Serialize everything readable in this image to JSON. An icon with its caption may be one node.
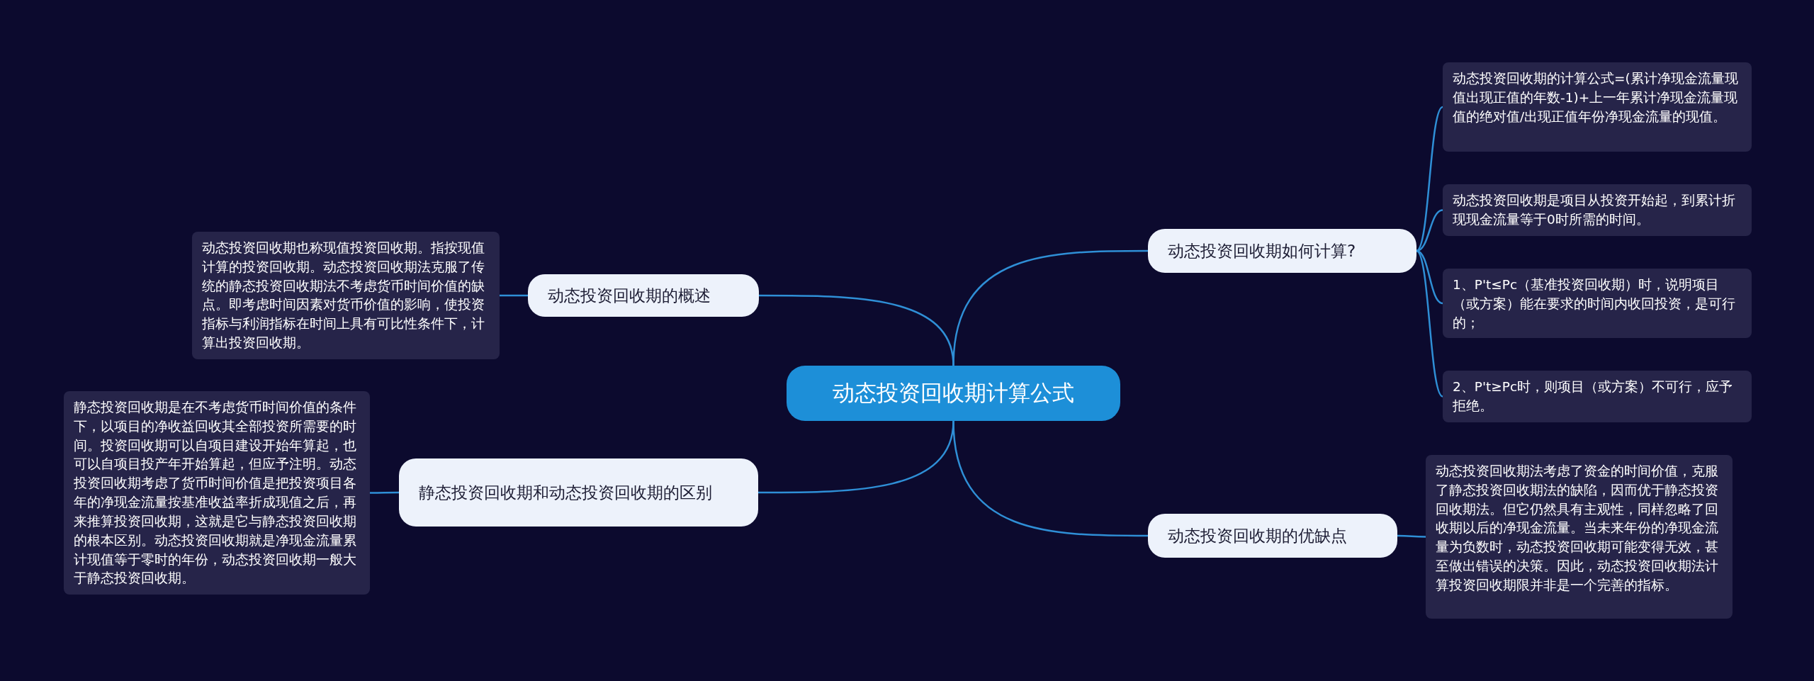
{
  "diagram": {
    "nodes": [
      {
        "text": [
          "动态投资回收期计算公式"
        ]
      },
      {
        "text": [
          "动态投资回收期如何计算?"
        ]
      },
      {
        "text": [
          "动态投资回收期的计算公式=(累计净现金流量现值出现正值的年数-1)+上一年累计净现金流量现值的绝对值/出现正值年份净现金流量的现值。"
        ]
      },
      {
        "text": [
          "动态投资回收期是项目从投资开始起，到累计折现现金流量等于0时所需的时间。"
        ]
      },
      {
        "text": [
          "1、P't≤Pc（基准投资回收期）时，说明项目（或方案）能在要求的时间内收回投资，是可行的；"
        ]
      },
      {
        "text": [
          "2、P't≥Pc时，则项目（或方案）不可行，应予拒绝。"
        ]
      },
      {
        "text": [
          "动态投资回收期的概述"
        ]
      },
      {
        "text": [
          "动态投资回收期也称现值投资回收期。指按现值计算的投资回收期。动态投资回收期法克服了传统的静态投资回收期法不考虑货币时间价值的缺点。即考虑时间因素对货币价值的影响，使投资指标与利润指标在时间上具有可比性条件下，计算出投资回收期。"
        ]
      },
      {
        "text": [
          "静态投资回收期和动态投资回收期的区别"
        ]
      },
      {
        "text": [
          "静态投资回收期是在不考虑货币时间价值的条件下，以项目的净收益回收其全部投资所需要的时间。投资回收期可以自项目建设开始年算起，也可以自项目投产年开始算起，但应予注明。动态投资回收期考虑了货币时间价值是把投资项目各年的净现金流量按基准收益率折成现值之后，再来推算投资回收期，这就是它与静态投资回收期的根本区别。动态投资回收期就是净现金流量累计现值等于零时的年份，动态投资回收期一般大于静态投资回收期。"
        ]
      },
      {
        "text": [
          "动态投资回收期的优缺点"
        ]
      },
      {
        "text": [
          "动态投资回收期法考虑了资金的时间价值，克服了静态投资回收期法的缺陷，因而优于静态投资回收期法。但它仍然具有主观性，同样忽略了回收期以后的净现金流量。当未来年份的净现金流量为负数时，动态投资回收期可能变得无效，甚至做出错误的决策。因此，动态投资回收期法计算投资回收期限并非是一个完善的指标。"
        ]
      }
    ],
    "edges": [
      {
        "from": 0,
        "to": 1,
        "arrow": "none"
      },
      {
        "from": 1,
        "to": 2,
        "arrow": "none"
      },
      {
        "from": 1,
        "to": 3,
        "arrow": "none"
      },
      {
        "from": 1,
        "to": 4,
        "arrow": "none"
      },
      {
        "from": 1,
        "to": 5,
        "arrow": "none"
      },
      {
        "from": 0,
        "to": 6,
        "arrow": "none"
      },
      {
        "from": 6,
        "to": 7,
        "arrow": "none"
      },
      {
        "from": 0,
        "to": 8,
        "arrow": "none"
      },
      {
        "from": 8,
        "to": 9,
        "arrow": "none"
      },
      {
        "from": 0,
        "to": 10,
        "arrow": "none"
      },
      {
        "from": 10,
        "to": 11,
        "arrow": "none"
      }
    ]
  }
}
